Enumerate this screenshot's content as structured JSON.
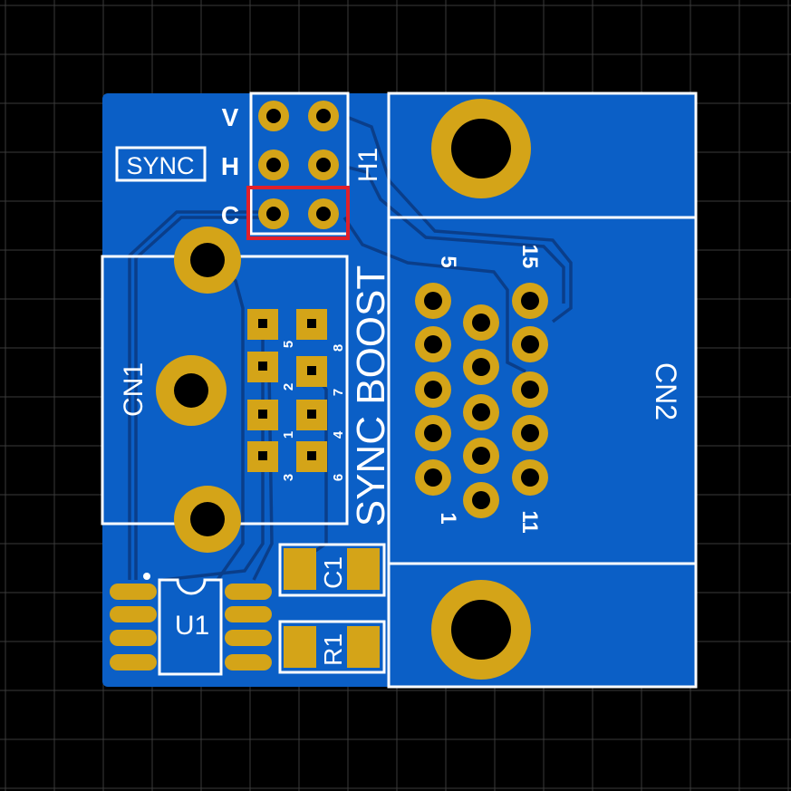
{
  "colors": {
    "background": "#000000",
    "grid": "#3a3a3a",
    "copper_pour": "#0b5fc6",
    "trace": "#0a3e8a",
    "pad": "#d4a418",
    "silkscreen": "#ffffff",
    "highlight": "#e0202a"
  },
  "board": {
    "sync_badge": "SYNC",
    "title": "SYNC BOOST"
  },
  "header_h1": {
    "ref": "H1",
    "rows": [
      "V",
      "H",
      "C"
    ],
    "highlighted_row": "C"
  },
  "cn1": {
    "ref": "CN1",
    "pin_numbers": [
      "5",
      "8",
      "2",
      "7",
      "1",
      "4",
      "3",
      "6"
    ]
  },
  "cn2": {
    "ref": "CN2",
    "pin_labels": [
      "5",
      "15",
      "1",
      "11"
    ]
  },
  "c1": {
    "ref": "C1"
  },
  "r1": {
    "ref": "R1"
  },
  "u1": {
    "ref": "U1"
  }
}
